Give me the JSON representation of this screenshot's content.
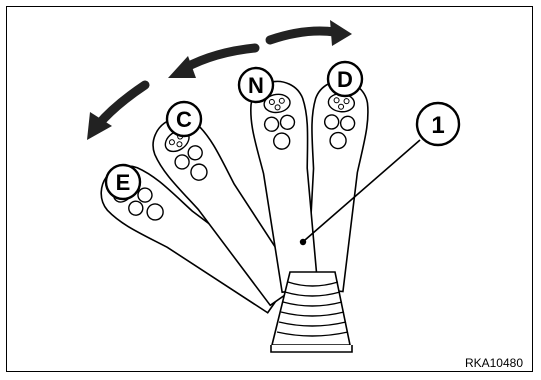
{
  "diagram": {
    "positions": [
      {
        "id": "E",
        "label": "E"
      },
      {
        "id": "C",
        "label": "C"
      },
      {
        "id": "N",
        "label": "N"
      },
      {
        "id": "D",
        "label": "D"
      }
    ],
    "callout": "1",
    "reference_code": "RKA10480",
    "colors": {
      "stroke": "#000000",
      "background": "#ffffff",
      "arrow": "#222222"
    }
  }
}
